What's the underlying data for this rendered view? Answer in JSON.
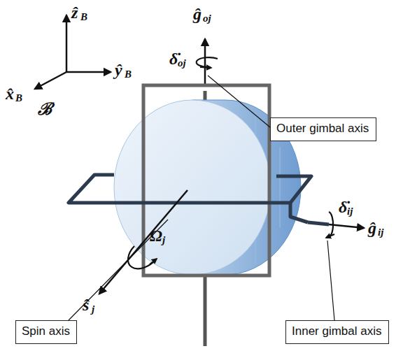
{
  "diagram": {
    "nodes": [
      {
        "text": [
          "Outer gimbal axis"
        ]
      },
      {
        "text": [
          "Spin axis"
        ]
      },
      {
        "text": [
          "Inner gimbal axis"
        ]
      }
    ],
    "labels": [
      "ẑ",
      "B",
      "x̂",
      "B",
      "ŷ",
      "B",
      "ℬ",
      "ĝ",
      "oj",
      "δ̇",
      "oj",
      "ĝ",
      "ij",
      "δ̇",
      "ij",
      "Ω",
      "j",
      "ŝ",
      "j"
    ]
  }
}
